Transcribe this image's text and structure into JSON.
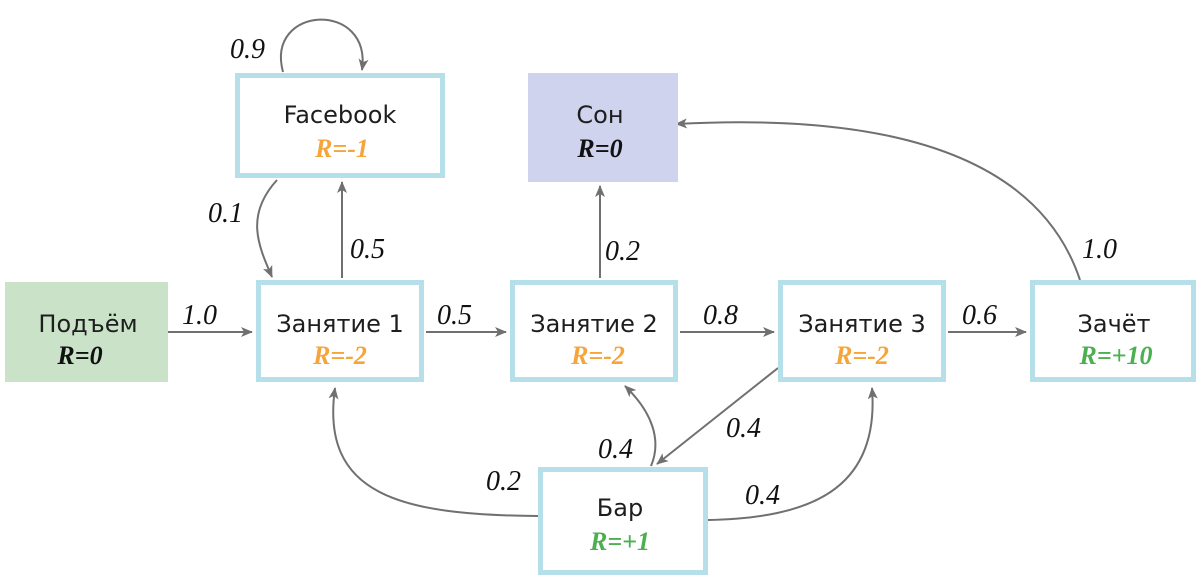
{
  "colors": {
    "box_border": "#b5e0ea",
    "start_fill": "#c9e2c8",
    "sleep_fill": "#cfd3ee",
    "edge": "#707070",
    "reward_negative": "#f5a53a",
    "reward_positive": "#4caf50",
    "reward_zero": "#111111"
  },
  "nodes": {
    "podem": {
      "name": "Подъём",
      "reward": "R=0"
    },
    "z1": {
      "name": "Занятие 1",
      "reward": "R=-2"
    },
    "z2": {
      "name": "Занятие 2",
      "reward": "R=-2"
    },
    "z3": {
      "name": "Занятие 3",
      "reward": "R=-2"
    },
    "zachet": {
      "name": "Зачёт",
      "reward": "R=+10"
    },
    "facebook": {
      "name": "Facebook",
      "reward": "R=-1"
    },
    "son": {
      "name": "Сон",
      "reward": "R=0"
    },
    "bar": {
      "name": "Бар",
      "reward": "R=+1"
    }
  },
  "edges": {
    "facebook_self": "0.9",
    "facebook_z1": "0.1",
    "z1_facebook": "0.5",
    "podem_z1": "1.0",
    "z1_z2": "0.5",
    "z2_son": "0.2",
    "z2_z3": "0.8",
    "z3_zachet": "0.6",
    "zachet_son": "1.0",
    "z3_bar": "0.4",
    "bar_z2": "0.4",
    "bar_z1": "0.2",
    "bar_z3": "0.4"
  }
}
